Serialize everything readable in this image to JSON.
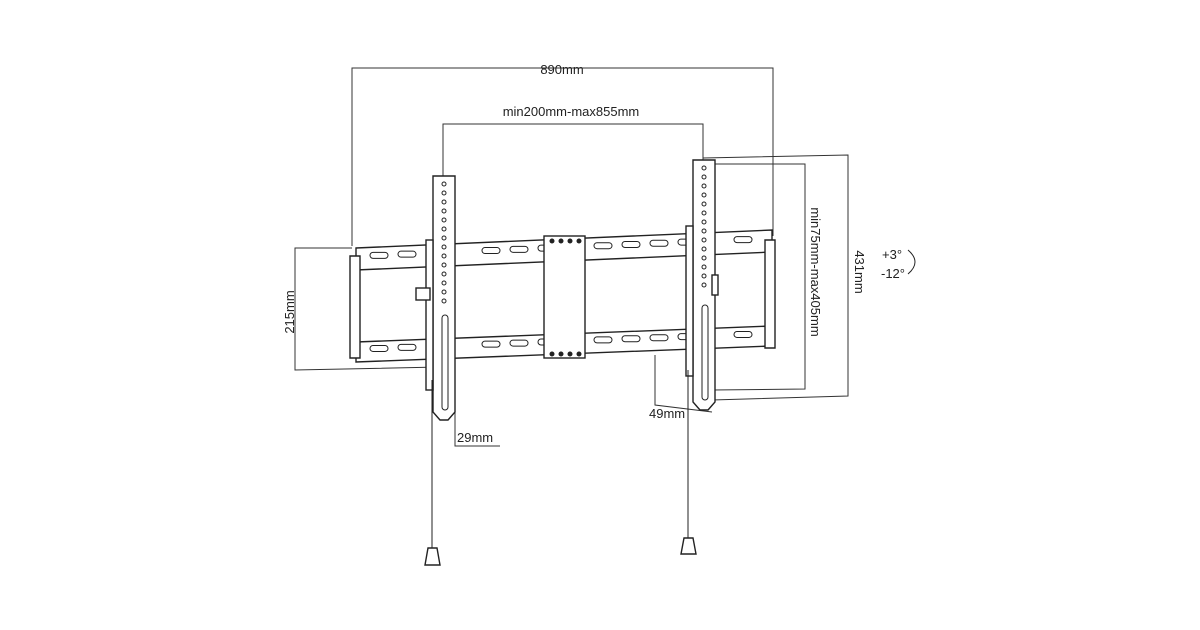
{
  "dimensions": {
    "overall_width": "890mm",
    "arm_spacing": "min200mm-max855mm",
    "rail_height": "215mm",
    "overall_height": "431mm",
    "vertical_adjust": "min75mm-max405mm",
    "wall_distance_min": "29mm",
    "wall_distance_max": "49mm"
  },
  "tilt": {
    "up": "+3°",
    "down": "-12°"
  }
}
